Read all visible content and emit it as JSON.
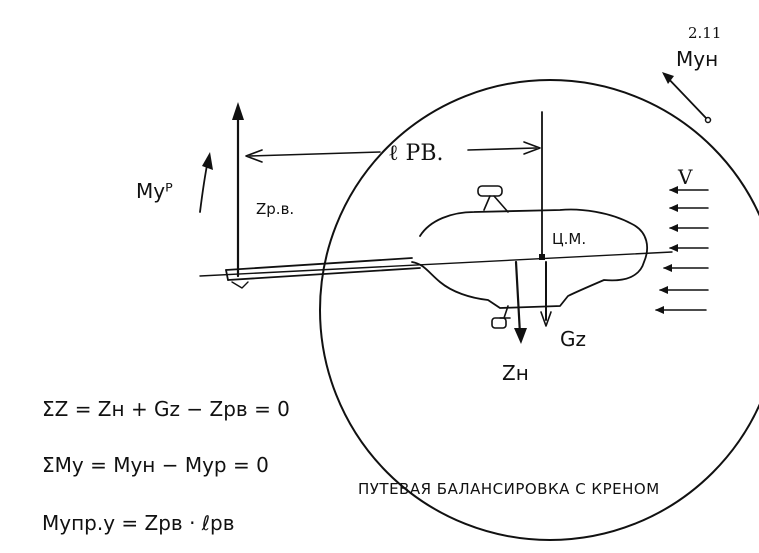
{
  "diagram": {
    "page_number": "2.11",
    "caption": "ПУТЕВАЯ БАЛАНСИРОВКА С КРЕНОМ",
    "labels": {
      "l_rv": "ℓ РВ.",
      "z_rv": "Zр.в.",
      "center_of_mass": "Ц.М.",
      "m_yp": "Mуᴾ",
      "m_un": "Mун",
      "v": "V",
      "g_z": "Gz",
      "z_n": "Zн"
    },
    "equations": [
      "ΣZ = Zн + Gz − Zрв = 0",
      "ΣMy = Mун − Mур = 0",
      "Mупр.у = Zрв · ℓрв"
    ]
  }
}
